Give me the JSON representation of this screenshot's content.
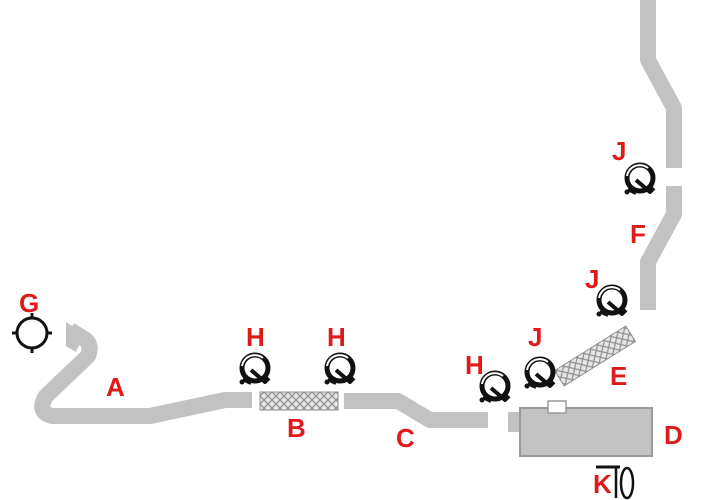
{
  "labels": {
    "a": "A",
    "b": "B",
    "c": "C",
    "d": "D",
    "e": "E",
    "f": "F",
    "g": "G",
    "h": "H",
    "j": "J",
    "k": "K"
  },
  "colors": {
    "pipe": "#c2c2c2",
    "pipe_dark": "#9a9a9a",
    "label": "#e01a1a",
    "clamp": "#111111"
  }
}
